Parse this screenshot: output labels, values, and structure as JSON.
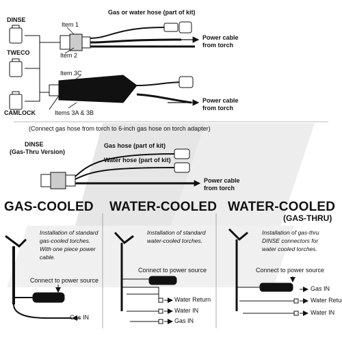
{
  "connectors": {
    "dinse": "DINSE",
    "tweco": "TWECO",
    "camlock": "CAMLOCK"
  },
  "top": {
    "item1": "Item 1",
    "item2": "Item 2",
    "item3c": "Item 3C",
    "items3ab": "Items 3A & 3B",
    "gas_or_water": "Gas or water hose (part of kit)",
    "power_cable_1": [
      "Power cable",
      "from torch"
    ],
    "power_cable_2": [
      "Power cable",
      "from torch"
    ]
  },
  "note": "(Connect gas hose from torch to 6-inch gas hose on torch adapter)",
  "gas_thru": {
    "title": "DINSE",
    "subtitle": "(Gas-Thru Version)",
    "gas_hose": "Gas hose (part of kit)",
    "water_hose": "Water hose (part of kit)",
    "power_cable": [
      "Power cable",
      "from torch"
    ]
  },
  "panels": {
    "gas_cooled": {
      "title": "GAS-COOLED",
      "desc": [
        "Installation of standard",
        "gas-cooled torches.",
        "With one piece power",
        "cable."
      ],
      "connect": "Connect to power source",
      "gas_in": "Gas IN"
    },
    "water_cooled": {
      "title": "WATER-COOLED",
      "desc": [
        "Installation of standard",
        "water-cooled torches."
      ],
      "connect": "Connect to power source",
      "water_return": "Water Return",
      "water_in": "Water IN",
      "gas_in": "Gas IN"
    },
    "water_cooled_gt": {
      "title": "WATER-COOLED",
      "subtitle": "(GAS-THRU)",
      "desc": [
        "Installation of gas-thru",
        "DINSE connectors for",
        "water cooled torches."
      ],
      "connect": "Connect to power source",
      "gas_in": "Gas IN",
      "water_return": "Water Return",
      "water_in": "Water IN"
    }
  },
  "colors": {
    "ink": "#111111",
    "watermark": "#e6e6e6"
  }
}
